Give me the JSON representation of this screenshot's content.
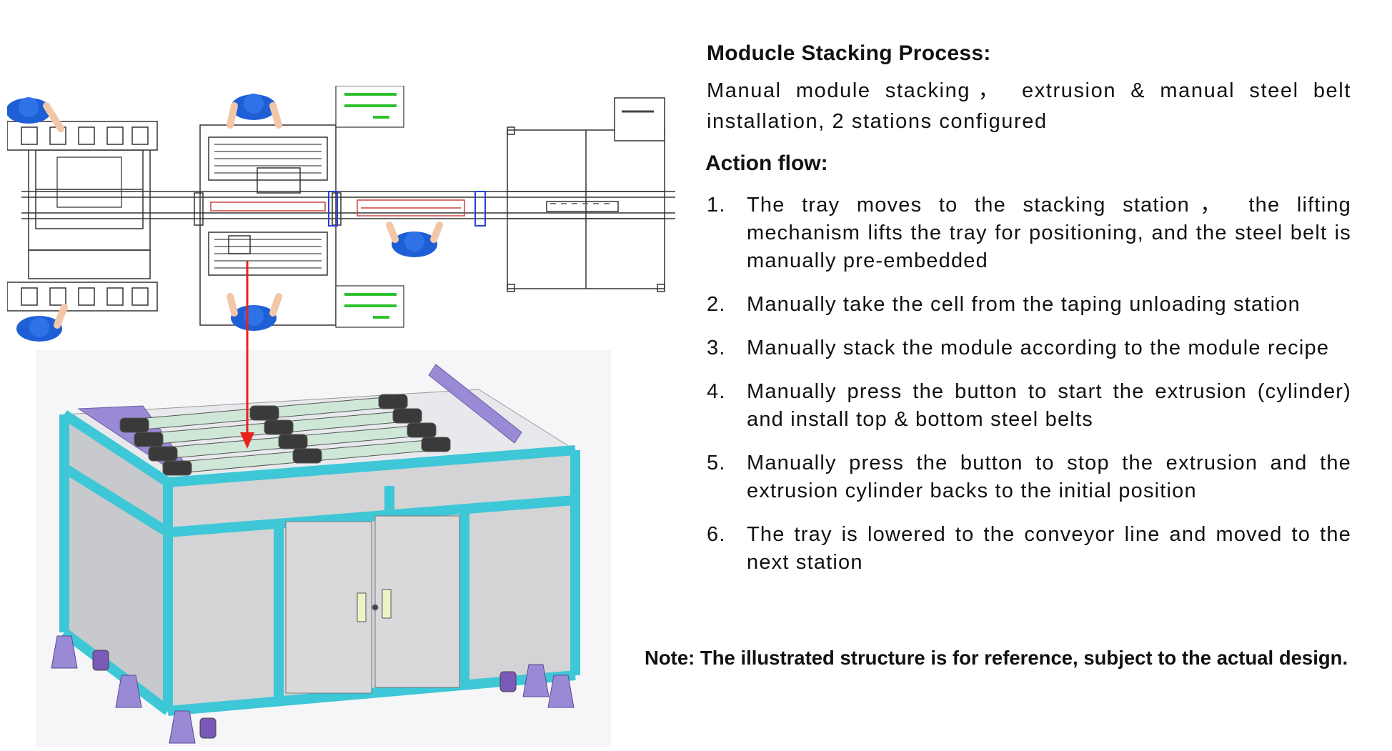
{
  "process": {
    "title": "Moducle Stacking Process:",
    "description": "Manual module stacking， extrusion & manual steel belt installation, 2 stations configured"
  },
  "action_flow": {
    "title": "Action flow:",
    "steps": [
      {
        "num": "1.",
        "text": "The tray moves to the stacking station， the lifting mechanism lifts the tray for positioning, and the steel belt is manually pre-embedded"
      },
      {
        "num": "2.",
        "text": "Manually take the cell from the taping unloading station"
      },
      {
        "num": "3.",
        "text": "Manually stack the module according to the module recipe"
      },
      {
        "num": "4.",
        "text": "Manually press the button to start the extrusion (cylinder) and install top & bottom steel belts"
      },
      {
        "num": "5.",
        "text": "Manually press the button to stop the extrusion and the extrusion cylinder backs to the initial position"
      },
      {
        "num": "6.",
        "text": "The tray is lowered to the conveyor line and moved to the next station"
      }
    ]
  },
  "note": "Note: The illustrated structure is for reference, subject to the actual design.",
  "colors": {
    "operator_blue": "#1f5fd6",
    "frame_cyan": "#3ec7d6",
    "panel_gray": "#d4d4d6",
    "roller_dark": "#3a3a3a",
    "roller_light": "#cfe7d7",
    "arrow_red": "#e8231c",
    "label_green": "#2fc02f",
    "accent_purple": "#9a8ad6"
  }
}
